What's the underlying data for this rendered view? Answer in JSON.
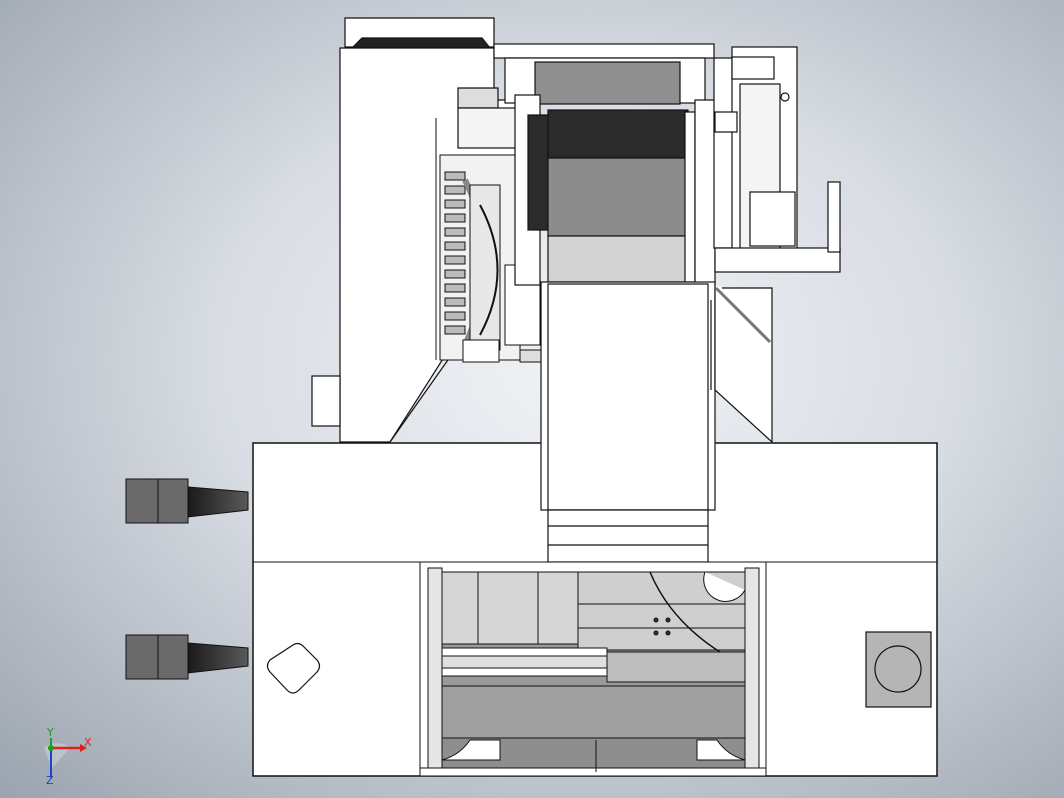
{
  "triad": {
    "x_label": "X",
    "y_label": "Y",
    "z_label": "Z"
  },
  "colors": {
    "paint": "#ffffff",
    "line": "#111111",
    "dark": "#2b2b2b",
    "mid": "#8c8c8c",
    "light": "#c9c9c9",
    "lighter": "#e2e2e2",
    "x_axis": "#e02020",
    "y_axis": "#20a020",
    "z_axis": "#2040d0"
  }
}
